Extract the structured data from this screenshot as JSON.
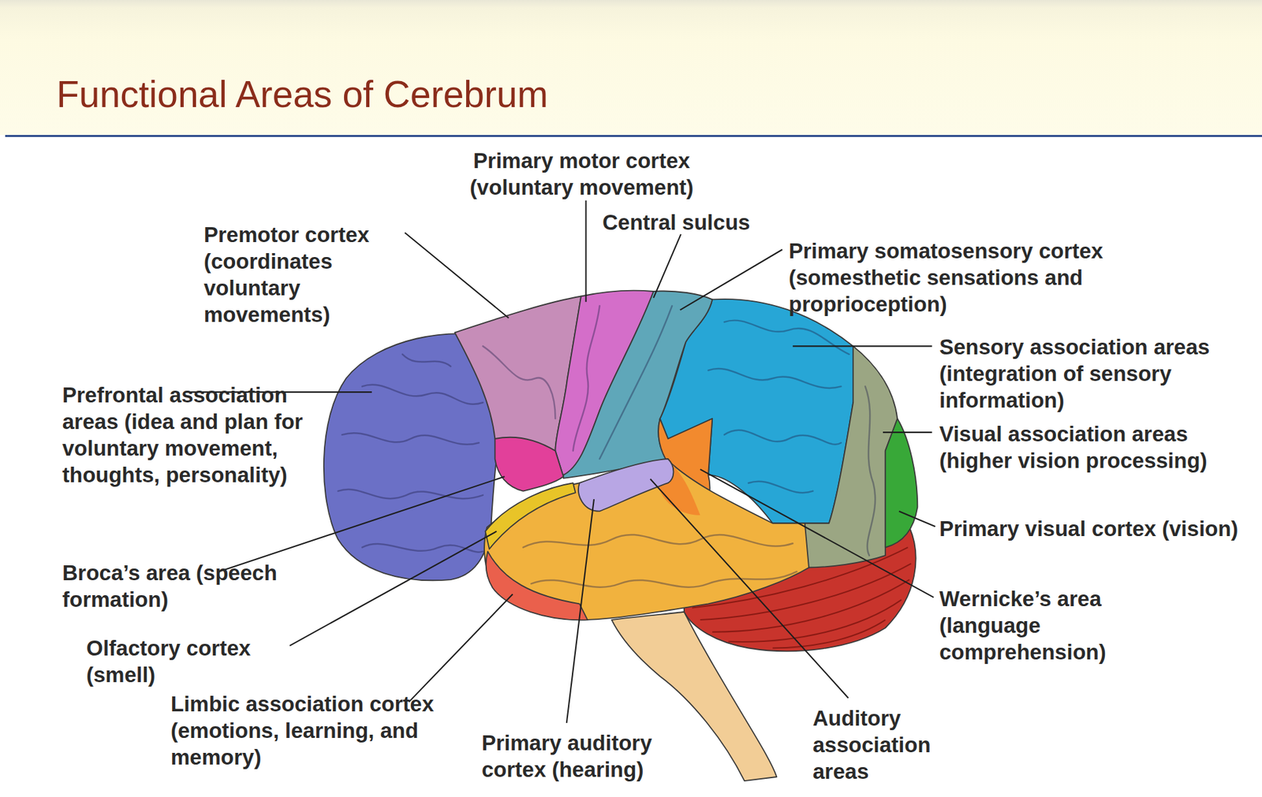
{
  "diagram": {
    "title": "Functional Areas of Cerebrum",
    "labels": [
      "Primary motor cortex (voluntary movement)",
      "Central sulcus",
      "Premotor cortex (coordinates voluntary movements)",
      "Primary somatosensory cortex (somesthetic sensations and proprioception)",
      "Sensory association areas (integration of sensory information)",
      "Prefrontal association areas (idea and plan for voluntary movement, thoughts, personality)",
      "Visual association areas (higher vision processing)",
      "Primary visual cortex (vision)",
      "Broca’s area (speech formation)",
      "Wernicke’s area (language comprehension)",
      "Olfactory cortex (smell)",
      "Limbic association cortex (emotions, learning, and memory)",
      "Primary auditory cortex (hearing)",
      "Auditory association areas"
    ]
  }
}
